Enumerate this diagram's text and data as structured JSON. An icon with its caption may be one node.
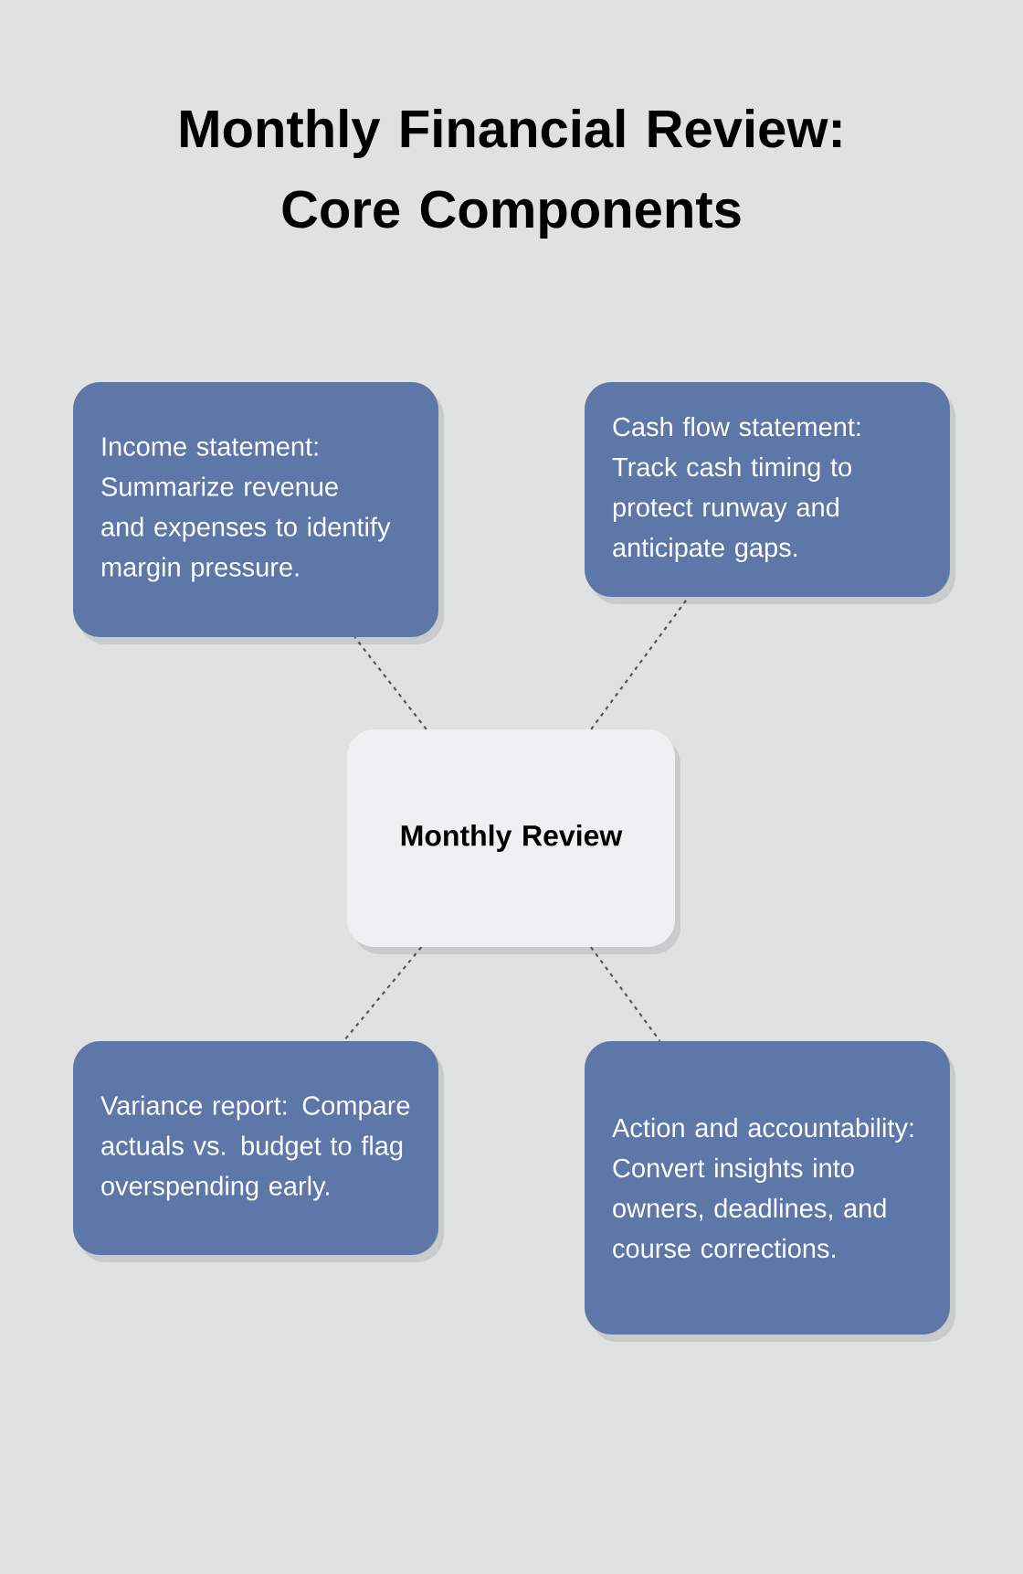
{
  "diagram": {
    "title": "Monthly Financial Review: Core Components",
    "nodes": [
      {
        "text": [
          "Income statement: Summarize revenue and expenses to identify margin pressure."
        ]
      },
      {
        "text": [
          "Cash flow statement: Track cash timing to protect runway and anticipate gaps."
        ]
      },
      {
        "text": [
          "Monthly Review"
        ]
      },
      {
        "text": [
          "Variance report: Compare actuals vs. budget to flag overspending early."
        ]
      },
      {
        "text": [
          "Action and accountability: Convert insights into owners, deadlines, and course corrections."
        ]
      }
    ],
    "edges": [
      {
        "from": 2,
        "to": 0,
        "arrow": "none",
        "style": "dashed"
      },
      {
        "from": 2,
        "to": 1,
        "arrow": "none",
        "style": "dashed"
      },
      {
        "from": 2,
        "to": 3,
        "arrow": "none",
        "style": "dashed"
      },
      {
        "from": 2,
        "to": 4,
        "arrow": "none",
        "style": "dashed"
      }
    ]
  }
}
